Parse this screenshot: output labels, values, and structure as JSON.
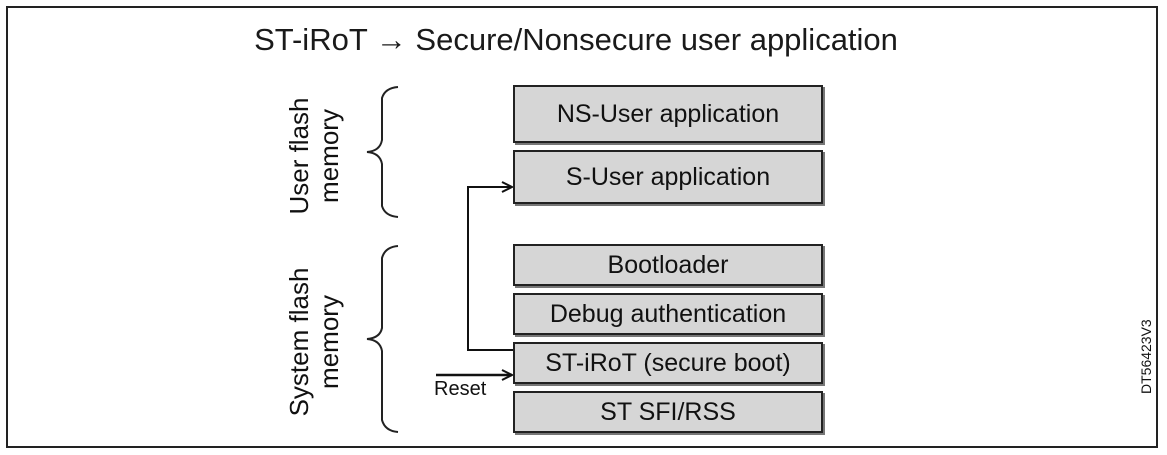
{
  "title": "ST-iRoT → Secure/Nonsecure user application",
  "regions": {
    "user": {
      "line1": "User flash",
      "line2": "memory"
    },
    "system": {
      "line1": "System flash",
      "line2": "memory"
    }
  },
  "blocks": [
    "NS-User application",
    "S-User application",
    "Bootloader",
    "Debug authentication",
    "ST-iRoT (secure boot)",
    "ST SFI/RSS"
  ],
  "reset_label": "Reset",
  "doc_id": "DT56423V3"
}
